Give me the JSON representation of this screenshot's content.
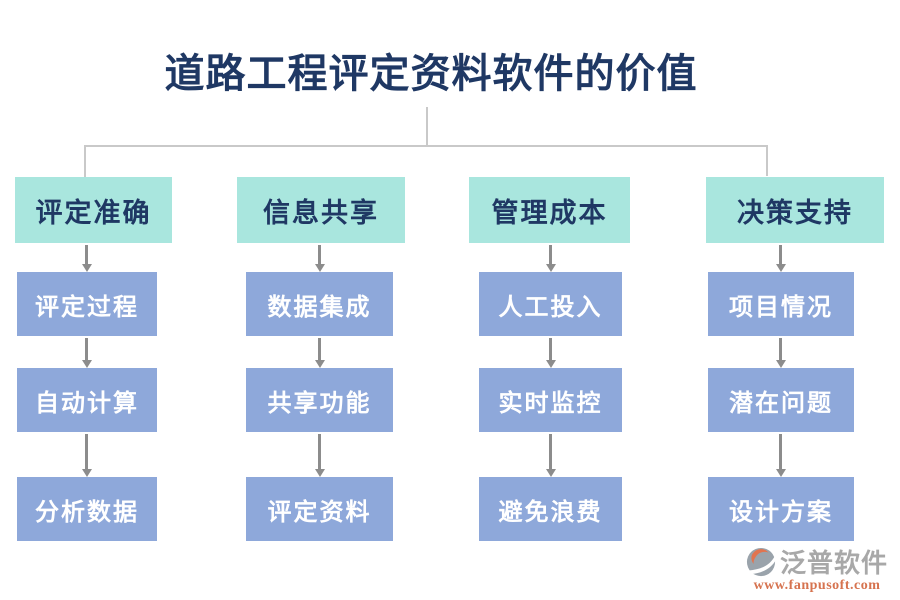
{
  "title": "道路工程评定资料软件的价值",
  "columns": [
    {
      "header": "评定准确",
      "items": [
        "评定过程",
        "自动计算",
        "分析数据"
      ]
    },
    {
      "header": "信息共享",
      "items": [
        "数据集成",
        "共享功能",
        "评定资料"
      ]
    },
    {
      "header": "管理成本",
      "items": [
        "人工投入",
        "实时监控",
        "避免浪费"
      ]
    },
    {
      "header": "决策支持",
      "items": [
        "项目情况",
        "潜在问题",
        "设计方案"
      ]
    }
  ],
  "watermark": {
    "brand": "泛普软件",
    "url": "www.fanpusoft.com"
  },
  "colors": {
    "title_text": "#1f3864",
    "header_bg": "#a9e6de",
    "header_text": "#1f3864",
    "item_bg": "#8ea8da",
    "item_text": "#ffffff",
    "connector": "#c9c9c9",
    "arrow": "#8c8c8c",
    "brand_text": "#a8a8a8",
    "url_text": "#d6734f"
  }
}
